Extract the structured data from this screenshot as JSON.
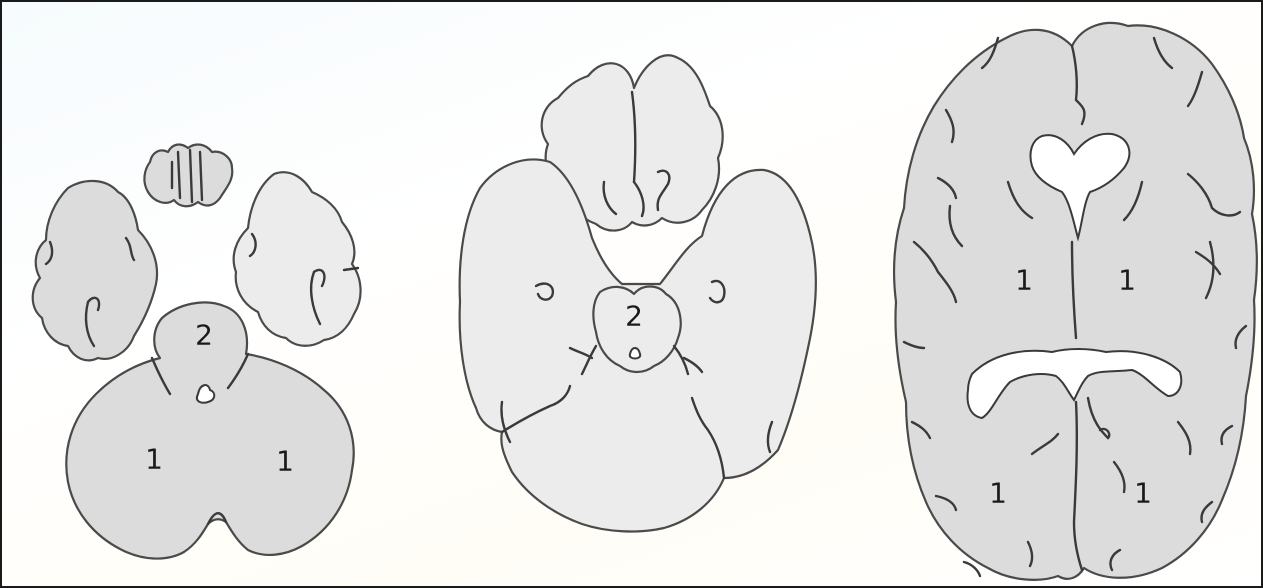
{
  "figure": {
    "colors": {
      "tissue_a": "#dcdcdc",
      "tissue_b": "#ececec",
      "outline": "#4a4a4a",
      "ventricle": "#ffffff"
    },
    "sections": [
      {
        "id": "low",
        "labels": [
          "1",
          "1",
          "2"
        ]
      },
      {
        "id": "middle",
        "labels": [
          "2"
        ]
      },
      {
        "id": "high",
        "labels": [
          "1",
          "1",
          "1",
          "1"
        ]
      }
    ]
  }
}
